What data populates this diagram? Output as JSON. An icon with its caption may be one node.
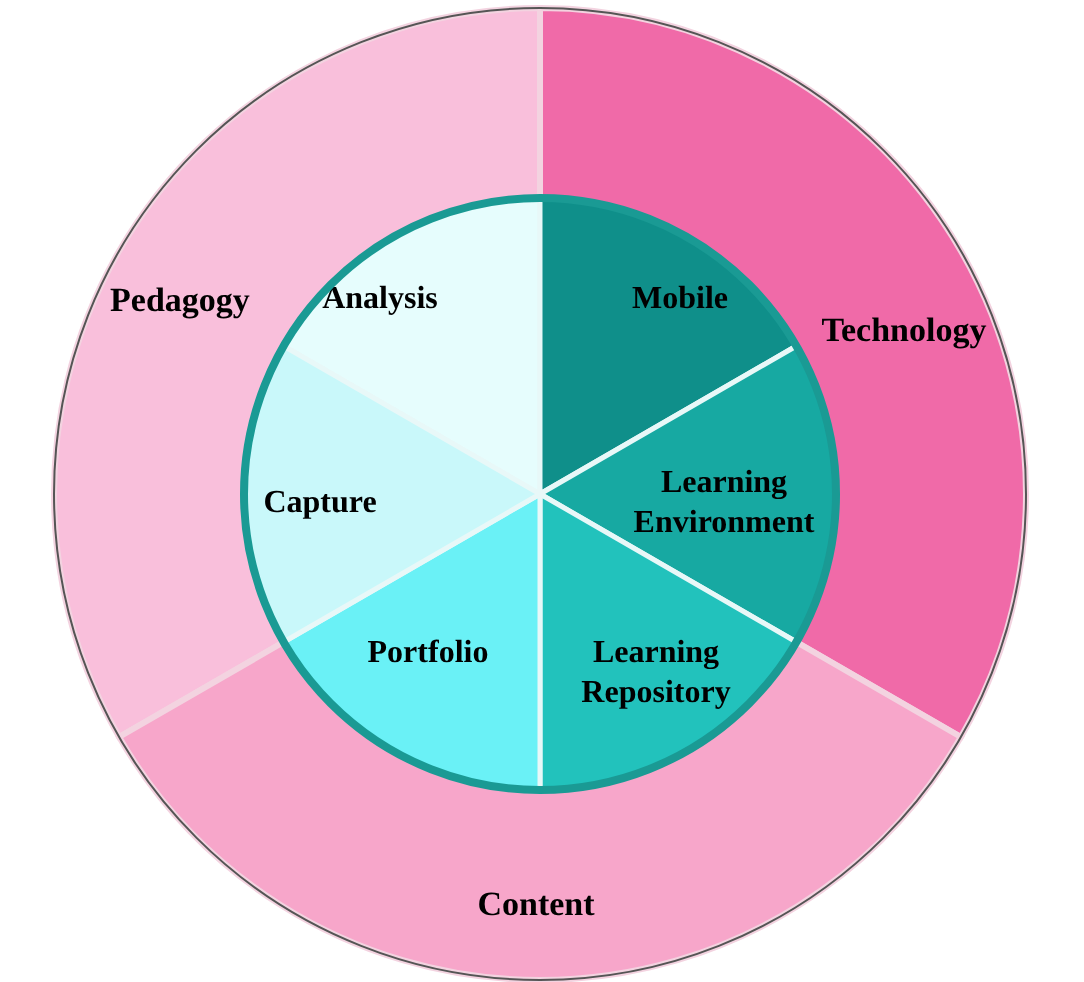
{
  "diagram": {
    "nodes": [
      {
        "text": [
          "Pedagogy"
        ]
      },
      {
        "text": [
          "Technology"
        ]
      },
      {
        "text": [
          "Content"
        ]
      },
      {
        "text": [
          "Analysis"
        ]
      },
      {
        "text": [
          "Mobile"
        ]
      },
      {
        "text": [
          "Learning Environment"
        ]
      },
      {
        "text": [
          "Learning Repository"
        ]
      },
      {
        "text": [
          "Portfolio"
        ]
      },
      {
        "text": [
          "Capture"
        ]
      }
    ]
  }
}
